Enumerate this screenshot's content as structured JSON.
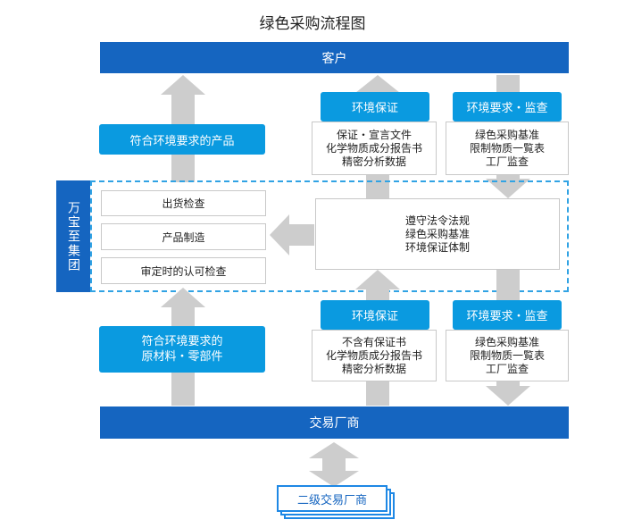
{
  "title": "绿色采购流程图",
  "top_band": "客户",
  "bottom_band": "交易厂商",
  "vertical_label": "万宝至集团",
  "secondary_vendor": "二级交易厂商",
  "upper": {
    "left_pill": "符合环境要求的产品",
    "env_guarantee_pill": "环境保证",
    "env_guarantee_lines": [
      "保证・宣言文件",
      "化学物质成分报告书",
      "精密分析数据"
    ],
    "env_req_pill": "环境要求・监查",
    "env_req_lines": [
      "绿色采购基准",
      "限制物质一覧表",
      "工厂监查"
    ]
  },
  "middle": {
    "steps": [
      "出货检查",
      "产品制造",
      "审定时的认可检查"
    ],
    "policy_lines": [
      "遵守法令法规",
      "绿色采购基准",
      "环境保证体制"
    ]
  },
  "lower": {
    "left_pill_lines": [
      "符合环境要求的",
      "原材料・零部件"
    ],
    "env_guarantee_pill": "环境保证",
    "env_guarantee_lines": [
      "不含有保证书",
      "化学物质成分报告书",
      "精密分析数据"
    ],
    "env_req_pill": "环境要求・监查",
    "env_req_lines": [
      "绿色采购基准",
      "限制物质一覧表",
      "工厂监查"
    ]
  }
}
